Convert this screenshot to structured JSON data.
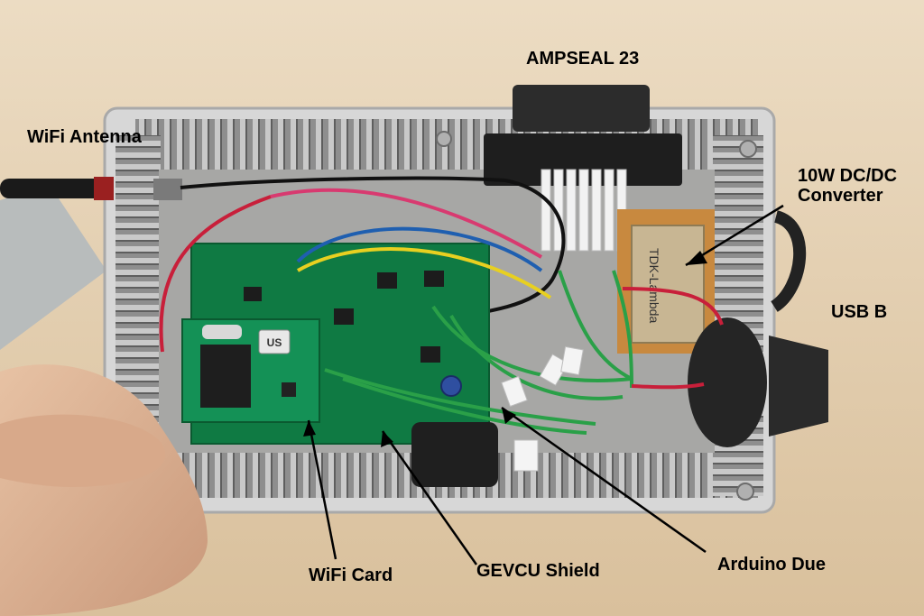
{
  "labels": {
    "ampseal": "AMPSEAL 23",
    "wifi_antenna": "WiFi Antenna",
    "dcdc_line1": "10W DC/DC",
    "dcdc_line2": "Converter",
    "usb_b": "USB B",
    "wifi_card": "WiFi Card",
    "gevcu_shield": "GEVCU Shield",
    "arduino_due": "Arduino Due"
  },
  "components": {
    "module_badge": "US",
    "converter_print": "TDK-Lambda"
  }
}
